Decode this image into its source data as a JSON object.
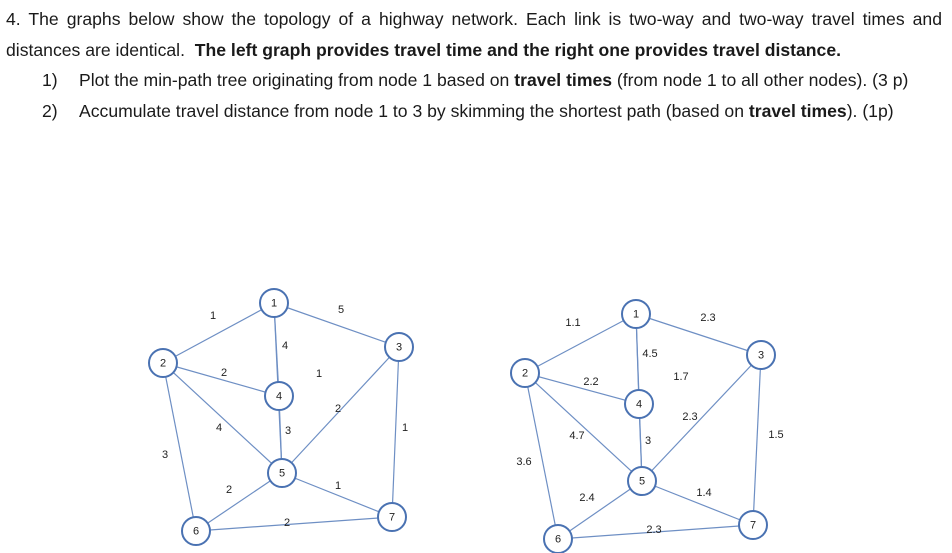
{
  "question": {
    "number": "4.",
    "intro_plain": "The graphs below show the topology of a highway network. Each link is two-way and two-way travel times and distances are identical.",
    "intro_bold": "The left graph provides travel time and the right one provides travel distance",
    "intro_end": ".",
    "items": [
      {
        "num": "1)",
        "a": "Plot the min-path tree originating from node 1 based on ",
        "bold": "travel times",
        "b": " (from node 1 to all other nodes). (3 p)"
      },
      {
        "num": "2)",
        "a": "Accumulate travel distance from node 1 to 3 by skimming the shortest path (based on ",
        "bold": "travel times",
        "b": "). (1p)"
      }
    ]
  },
  "graphs": [
    {
      "id": "travel-time",
      "nodes": [
        "1",
        "2",
        "3",
        "4",
        "5",
        "6",
        "7"
      ],
      "edges": [
        {
          "from": "1",
          "to": "2",
          "label": "1"
        },
        {
          "from": "1",
          "to": "3",
          "label": "5"
        },
        {
          "from": "1",
          "to": "4",
          "label": "4"
        },
        {
          "from": "2",
          "to": "4",
          "label": "2"
        },
        {
          "from": "2",
          "to": "5",
          "label": "4"
        },
        {
          "from": "2",
          "to": "6",
          "label": "3"
        },
        {
          "from": "1",
          "to": "5",
          "label": "1"
        },
        {
          "from": "3",
          "to": "5",
          "label": "2"
        },
        {
          "from": "3",
          "to": "7",
          "label": "1"
        },
        {
          "from": "4",
          "to": "5",
          "label": "3"
        },
        {
          "from": "5",
          "to": "6",
          "label": "2"
        },
        {
          "from": "5",
          "to": "7",
          "label": "1"
        },
        {
          "from": "6",
          "to": "7",
          "label": "2"
        }
      ]
    },
    {
      "id": "travel-distance",
      "nodes": [
        "1",
        "2",
        "3",
        "4",
        "5",
        "6",
        "7"
      ],
      "edges": [
        {
          "from": "1",
          "to": "2",
          "label": "1.1"
        },
        {
          "from": "1",
          "to": "3",
          "label": "2.3"
        },
        {
          "from": "1",
          "to": "4",
          "label": "4.5"
        },
        {
          "from": "2",
          "to": "4",
          "label": "2.2"
        },
        {
          "from": "2",
          "to": "5",
          "label": "4.7"
        },
        {
          "from": "2",
          "to": "6",
          "label": "3.6"
        },
        {
          "from": "1",
          "to": "5",
          "label": "1.7"
        },
        {
          "from": "3",
          "to": "5",
          "label": "2.3"
        },
        {
          "from": "3",
          "to": "7",
          "label": "1.5"
        },
        {
          "from": "4",
          "to": "5",
          "label": "3"
        },
        {
          "from": "5",
          "to": "6",
          "label": "2.4"
        },
        {
          "from": "5",
          "to": "7",
          "label": "1.4"
        },
        {
          "from": "6",
          "to": "7",
          "label": "2.3"
        }
      ]
    }
  ]
}
